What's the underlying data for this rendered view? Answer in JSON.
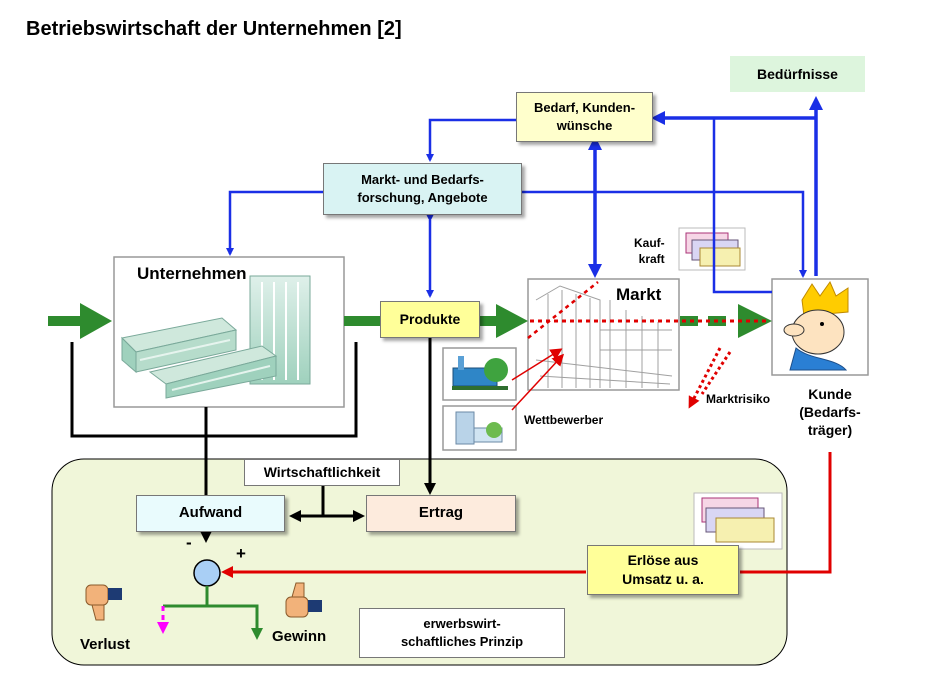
{
  "title": "Betriebswirtschaft der Unternehmen [2]",
  "nodes": {
    "beduerfnisse": "Bedürfnisse",
    "bedarf": "Bedarf, Kunden-\nwünsche",
    "marktforschung": "Markt- und Bedarfs-\nforschung, Angebote",
    "unternehmen": "Unternehmen",
    "produkte": "Produkte",
    "markt": "Markt",
    "kaufkraft": "Kauf-\nkraft",
    "kunde": "Kunde\n(Bedarfs-\nträger)",
    "wettbewerber": "Wettbewerber",
    "marktrisiko": "Marktrisiko",
    "wirtschaftlichkeit": "Wirtschaftlichkeit",
    "aufwand": "Aufwand",
    "ertrag": "Ertrag",
    "erloese": "Erlöse aus\nUmsatz u. a.",
    "minus": "-",
    "plus": "+",
    "verlust": "Verlust",
    "gewinn": "Gewinn",
    "prinzip": "erwerbswirt-\nschaftliches Prinzip"
  },
  "colors": {
    "flow_arrow": "#2e8b2e",
    "info_arrow": "#1a2fe6",
    "money_arrow": "#e00000",
    "risk_arrow": "#e00000",
    "loss_arrow": "#ff00ff",
    "panel_fill": "#f0f6d9",
    "beduerfnisse_fill": "#ddf5dd",
    "bedarf_fill": "#ffffcc",
    "forschung_fill": "#d9f3f3",
    "produkte_fill": "#ffff99",
    "aufwand_fill": "#e9fbfd",
    "ertrag_fill": "#fdebdd",
    "erloese_fill": "#ffff99",
    "node_fill": "#a9cff5"
  },
  "icons": [
    "factory-illustration-icon",
    "market-hall-illustration-icon",
    "customer-crown-icon",
    "banknotes-icon",
    "competitor-factory-icon",
    "thumbs-down-icon",
    "thumbs-up-icon"
  ]
}
